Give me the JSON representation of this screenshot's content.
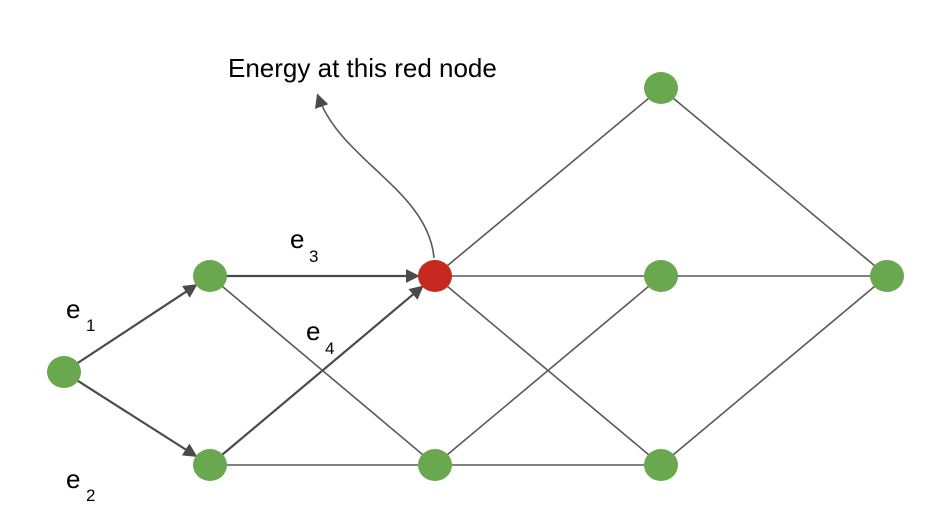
{
  "annotation": {
    "text": "Energy at this red node"
  },
  "edge_labels": [
    {
      "id": "e1",
      "base": "e",
      "sub": "1"
    },
    {
      "id": "e2",
      "base": "e",
      "sub": "2"
    },
    {
      "id": "e3",
      "base": "e",
      "sub": "3"
    },
    {
      "id": "e4",
      "base": "e",
      "sub": "4"
    }
  ],
  "colors": {
    "node_default": "#6aa84f",
    "node_highlight": "#c5281c",
    "edge": "#595959",
    "arrow_edge": "#4a4a4a"
  },
  "nodes": [
    {
      "id": "n0",
      "kind": "default"
    },
    {
      "id": "n1",
      "kind": "default"
    },
    {
      "id": "n2",
      "kind": "default"
    },
    {
      "id": "n3",
      "kind": "highlight"
    },
    {
      "id": "n4",
      "kind": "default"
    },
    {
      "id": "n5",
      "kind": "default"
    },
    {
      "id": "n6",
      "kind": "default"
    },
    {
      "id": "n7",
      "kind": "default"
    },
    {
      "id": "n8",
      "kind": "default"
    }
  ],
  "edges": [
    {
      "from": "n0",
      "to": "n1",
      "directed": true
    },
    {
      "from": "n0",
      "to": "n2",
      "directed": true
    },
    {
      "from": "n1",
      "to": "n3",
      "directed": true
    },
    {
      "from": "n2",
      "to": "n3",
      "directed": true
    },
    {
      "from": "n1",
      "to": "n4",
      "directed": false
    },
    {
      "from": "n2",
      "to": "n4",
      "directed": false
    },
    {
      "from": "n3",
      "to": "n5",
      "directed": false
    },
    {
      "from": "n3",
      "to": "n6",
      "directed": false
    },
    {
      "from": "n3",
      "to": "n7",
      "directed": false
    },
    {
      "from": "n4",
      "to": "n6",
      "directed": false
    },
    {
      "from": "n4",
      "to": "n7",
      "directed": false
    },
    {
      "from": "n5",
      "to": "n8",
      "directed": false
    },
    {
      "from": "n6",
      "to": "n8",
      "directed": false
    },
    {
      "from": "n7",
      "to": "n8",
      "directed": false
    }
  ]
}
